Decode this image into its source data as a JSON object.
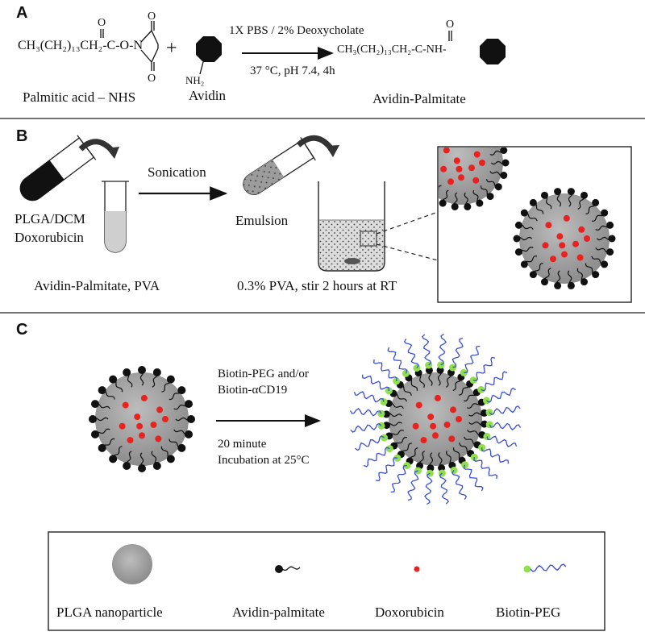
{
  "panels": {
    "a": "A",
    "b": "B",
    "c": "C"
  },
  "panel_a": {
    "reactant_formula": "CH₃(CH₂)₁₃CH₂-C-O-N",
    "reactant_o1": "O",
    "reactant_o2": "O",
    "reactant_o3": "O",
    "plus": "+",
    "nh2": "NH₂",
    "avidin": "Avidin",
    "reagents": "1X PBS / 2% Deoxycholate",
    "conditions": "37 °C, pH 7.4, 4h",
    "product_formula": "CH₃(CH₂)₁₃CH₂-C-NH-",
    "product_o": "O",
    "reactant_label": "Palmitic acid – NHS",
    "product_label": "Avidin-Palmitate"
  },
  "panel_b": {
    "sonication": "Sonication",
    "plga_dcm": "PLGA/DCM",
    "doxorubicin": "Doxorubicin",
    "emulsion": "Emulsion",
    "avidin_pva": "Avidin-Palmitate, PVA",
    "stir": "0.3% PVA, stir 2 hours at RT"
  },
  "panel_c": {
    "line1": "Biotin-PEG and/or",
    "line2": "Biotin-αCD19",
    "line3": "20 minute",
    "line4": "Incubation at 25°C"
  },
  "legend": {
    "plga": "PLGA nanoparticle",
    "avidin_palmitate": "Avidin-palmitate",
    "doxorubicin": "Doxorubicin",
    "biotin_peg": "Biotin-PEG"
  },
  "colors": {
    "particle_gray": "#9a9a9a",
    "drug_red": "#e8231f",
    "avidin_black": "#111111",
    "biotin_green": "#8fe04a",
    "peg_blue": "#3b4fd6"
  }
}
